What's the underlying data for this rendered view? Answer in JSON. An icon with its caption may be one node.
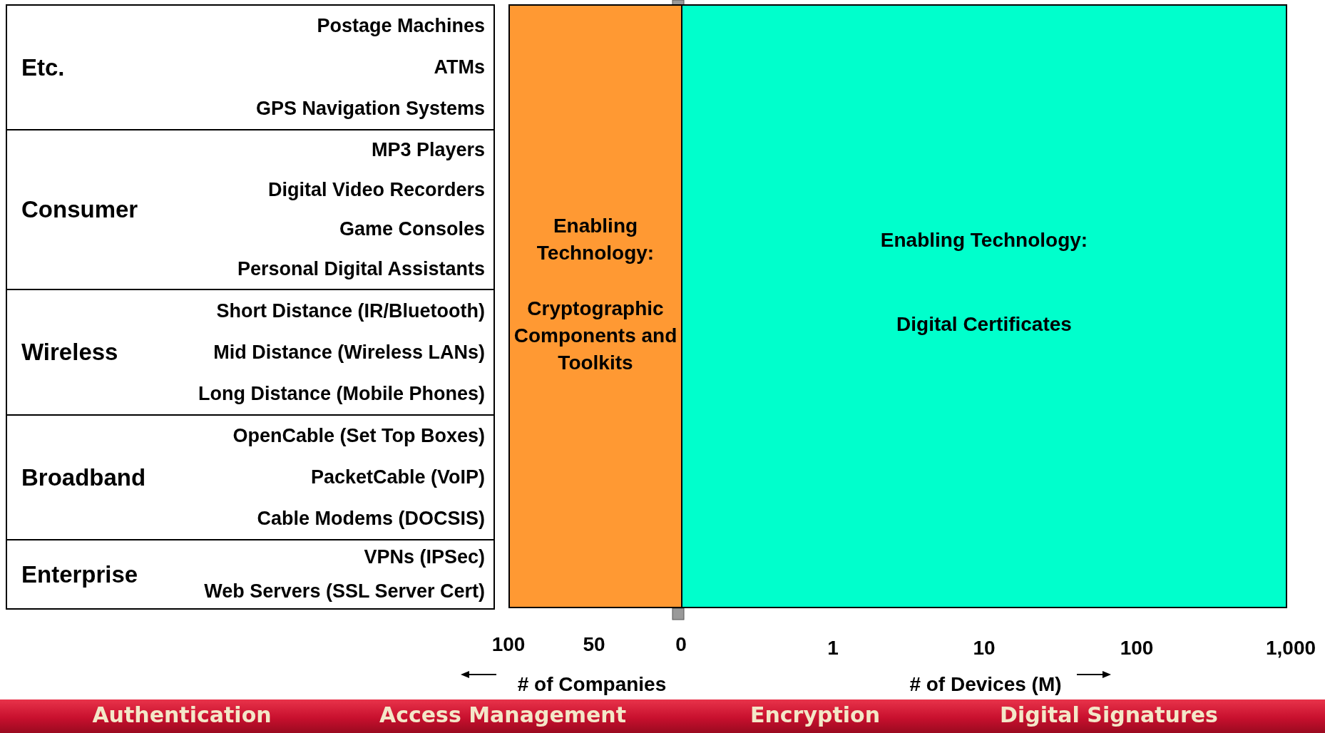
{
  "diagram": {
    "nodes": [
      {
        "text": [
          "Etc.",
          "Postage Machines",
          "ATMs",
          "GPS Navigation Systems"
        ]
      },
      {
        "text": [
          "Consumer",
          "MP3 Players",
          "Digital Video Recorders",
          "Game Consoles",
          "Personal Digital Assistants"
        ]
      },
      {
        "text": [
          "Wireless",
          "Short Distance (IR/Bluetooth)",
          "Mid Distance (Wireless LANs)",
          "Long Distance (Mobile Phones)"
        ]
      },
      {
        "text": [
          "Broadband",
          "OpenCable (Set Top Boxes)",
          "PacketCable (VoIP)",
          "Cable Modems (DOCSIS)"
        ]
      },
      {
        "text": [
          "Enterprise",
          "VPNs (IPSec)",
          "Web Servers (SSL Server Cert)"
        ]
      },
      {
        "text": [
          "Enabling Technology:",
          "Cryptographic Components and Toolkits"
        ]
      },
      {
        "text": [
          "Enabling Technology:",
          "Digital Certificates"
        ]
      }
    ],
    "labels": [
      "100",
      "50",
      "0",
      "1",
      "10",
      "100",
      "1,000",
      "# of Companies",
      "# of Devices (M)",
      "Authentication",
      "Access Management",
      "Encryption",
      "Digital Signatures"
    ]
  }
}
